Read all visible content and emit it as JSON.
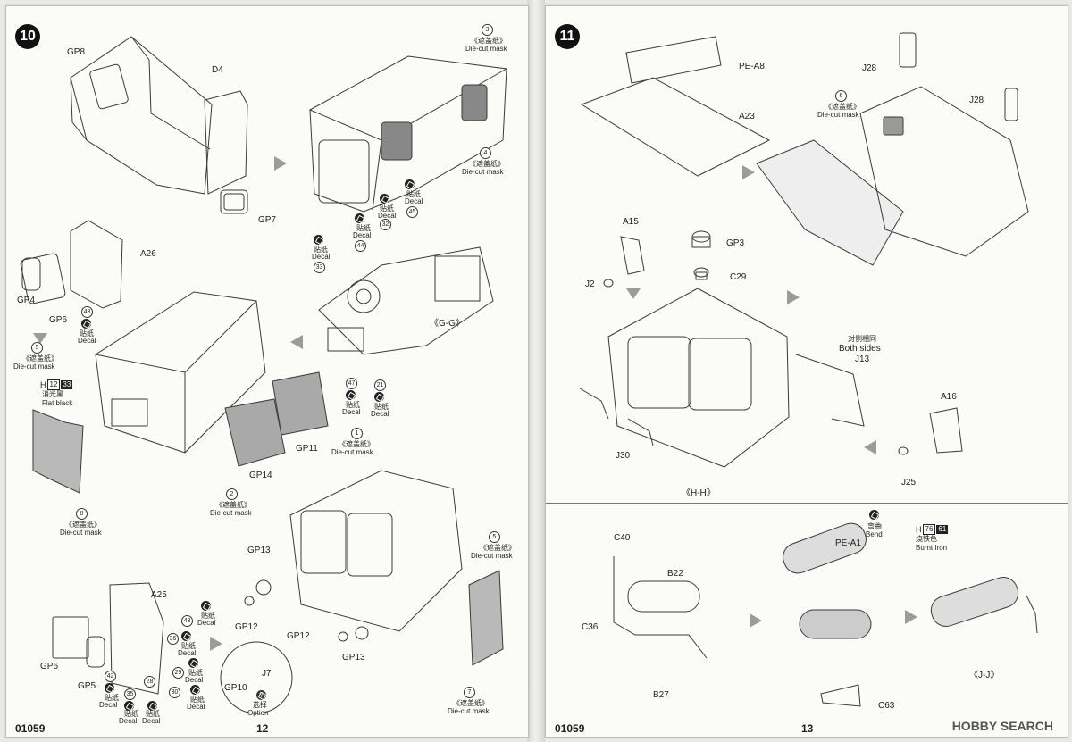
{
  "left_page": {
    "step": "10",
    "catalog": "01059",
    "page": "12",
    "labels": {
      "gp8": "GP8",
      "d4": "D4",
      "gp7": "GP7",
      "a26": "A26",
      "gp4": "GP4",
      "gp6a": "GP6",
      "gp11": "GP11",
      "gp14": "GP14",
      "gg": "《G-G》",
      "gp13a": "GP13",
      "gp12a": "GP12",
      "gp12b": "GP12",
      "gp13b": "GP13",
      "j7": "J7",
      "gp10": "GP10",
      "a25": "A25",
      "gp6b": "GP6",
      "gp5": "GP5"
    },
    "masks": {
      "m3": {
        "num": "3",
        "cn": "《遮盖纸》",
        "en": "Die-cut mask"
      },
      "m4": {
        "num": "4",
        "cn": "《遮盖纸》",
        "en": "Die-cut mask"
      },
      "m5a": {
        "num": "5",
        "cn": "《遮盖纸》",
        "en": "Die-cut mask"
      },
      "m1": {
        "num": "1",
        "cn": "《遮盖纸》",
        "en": "Die-cut mask"
      },
      "m2": {
        "num": "2",
        "cn": "《遮盖纸》",
        "en": "Die-cut mask"
      },
      "m8": {
        "num": "8",
        "cn": "《遮盖纸》",
        "en": "Die-cut mask"
      },
      "m5b": {
        "num": "5",
        "cn": "《遮盖纸》",
        "en": "Die-cut mask"
      },
      "m7": {
        "num": "7",
        "cn": "《遮盖纸》",
        "en": "Die-cut mask"
      }
    },
    "decals": {
      "d32": {
        "num": "32",
        "cn": "贴纸",
        "en": "Decal"
      },
      "d33": {
        "num": "33",
        "cn": "贴纸",
        "en": "Decal"
      },
      "d44": {
        "num": "44",
        "cn": "贴纸",
        "en": "Decal"
      },
      "d45": {
        "num": "45",
        "cn": "贴纸",
        "en": "Decal"
      },
      "d43a": {
        "num": "43",
        "cn": "贴纸",
        "en": "Decal"
      },
      "d47": {
        "num": "47",
        "cn": "贴纸",
        "en": "Decal"
      },
      "d21": {
        "num": "21",
        "cn": "贴纸",
        "en": "Decal"
      },
      "d43b": {
        "num": "43",
        "cn": "贴纸",
        "en": "Decal"
      },
      "d36": {
        "num": "36",
        "cn": "贴纸",
        "en": "Decal"
      },
      "d29": {
        "num": "29",
        "cn": "贴纸",
        "en": "Decal"
      },
      "d30": {
        "num": "30",
        "cn": "贴纸",
        "en": "Decal"
      },
      "d42": {
        "num": "42",
        "cn": "贴纸",
        "en": "Decal"
      },
      "d35": {
        "num": "35",
        "cn": "贴纸",
        "en": "Decal"
      },
      "d28": {
        "num": "28",
        "cn": "贴纸",
        "en": "Decal"
      }
    },
    "paint_h": {
      "code": "H",
      "n1": "12",
      "n2": "33",
      "cn": "消光黑",
      "en": "Flat black"
    },
    "option": {
      "cn": "选择",
      "en": "Option",
      "sym": "?"
    }
  },
  "right_page": {
    "step": "11",
    "catalog": "01059",
    "page": "13",
    "labels": {
      "pea8": "PE-A8",
      "a23": "A23",
      "j28a": "J28",
      "j28b": "J28",
      "a15": "A15",
      "j2": "J2",
      "gp3": "GP3",
      "c29": "C29",
      "j13": "J13",
      "a16": "A16",
      "j30": "J30",
      "j25": "J25",
      "hh": "《H-H》",
      "c40": "C40",
      "b22": "B22",
      "c36": "C36",
      "b27": "B27",
      "pea1": "PE-A1",
      "c63": "C63",
      "jj": "《J-J》"
    },
    "mask6": {
      "num": "6",
      "cn": "《遮盖纸》",
      "en": "Die-cut mask"
    },
    "both_sides": {
      "cn": "对侧相同",
      "en": "Both sides"
    },
    "bend": {
      "cn": "弯曲",
      "en": "Bend"
    },
    "paint_h": {
      "code": "H",
      "n1": "76",
      "n2": "61",
      "cn": "烧铁色",
      "en": "Burnt Iron"
    },
    "watermark": "HOBBY SEARCH"
  }
}
